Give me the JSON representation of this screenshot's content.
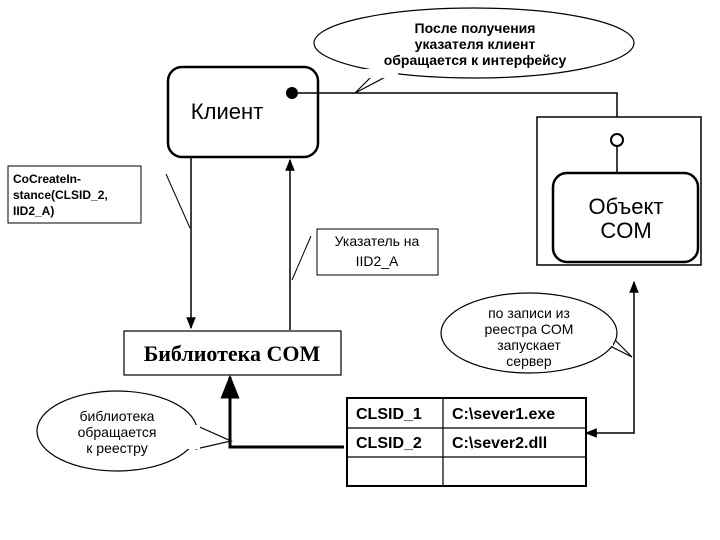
{
  "client": {
    "label": "Клиент"
  },
  "com_object": {
    "line1": "Объект",
    "line2": "COM"
  },
  "com_library": {
    "label": "Библиотека COM"
  },
  "callout_after_pointer": {
    "line1": "После получения",
    "line2": "указателя клиент",
    "line3": "обращается к интерфейсу"
  },
  "note_cocreate": {
    "line1": "CoCreateIn-",
    "line2": "stance(CLSID_2,",
    "line3": "IID2_A)"
  },
  "note_pointer": {
    "line1": "Указатель на",
    "line2": "IID2_A"
  },
  "callout_registry_start": {
    "line1": "по записи из",
    "line2": "реестра COM",
    "line3": "запускает",
    "line4": "сервер"
  },
  "callout_library_registry": {
    "line1": "библиотека",
    "line2": "обращается",
    "line3": "к реестру"
  },
  "registry": {
    "rows": [
      {
        "clsid": "CLSID_1",
        "path": "C:\\sever1.exe"
      },
      {
        "clsid": "CLSID_2",
        "path": "C:\\sever2.dll"
      },
      {
        "clsid": "",
        "path": ""
      }
    ]
  }
}
